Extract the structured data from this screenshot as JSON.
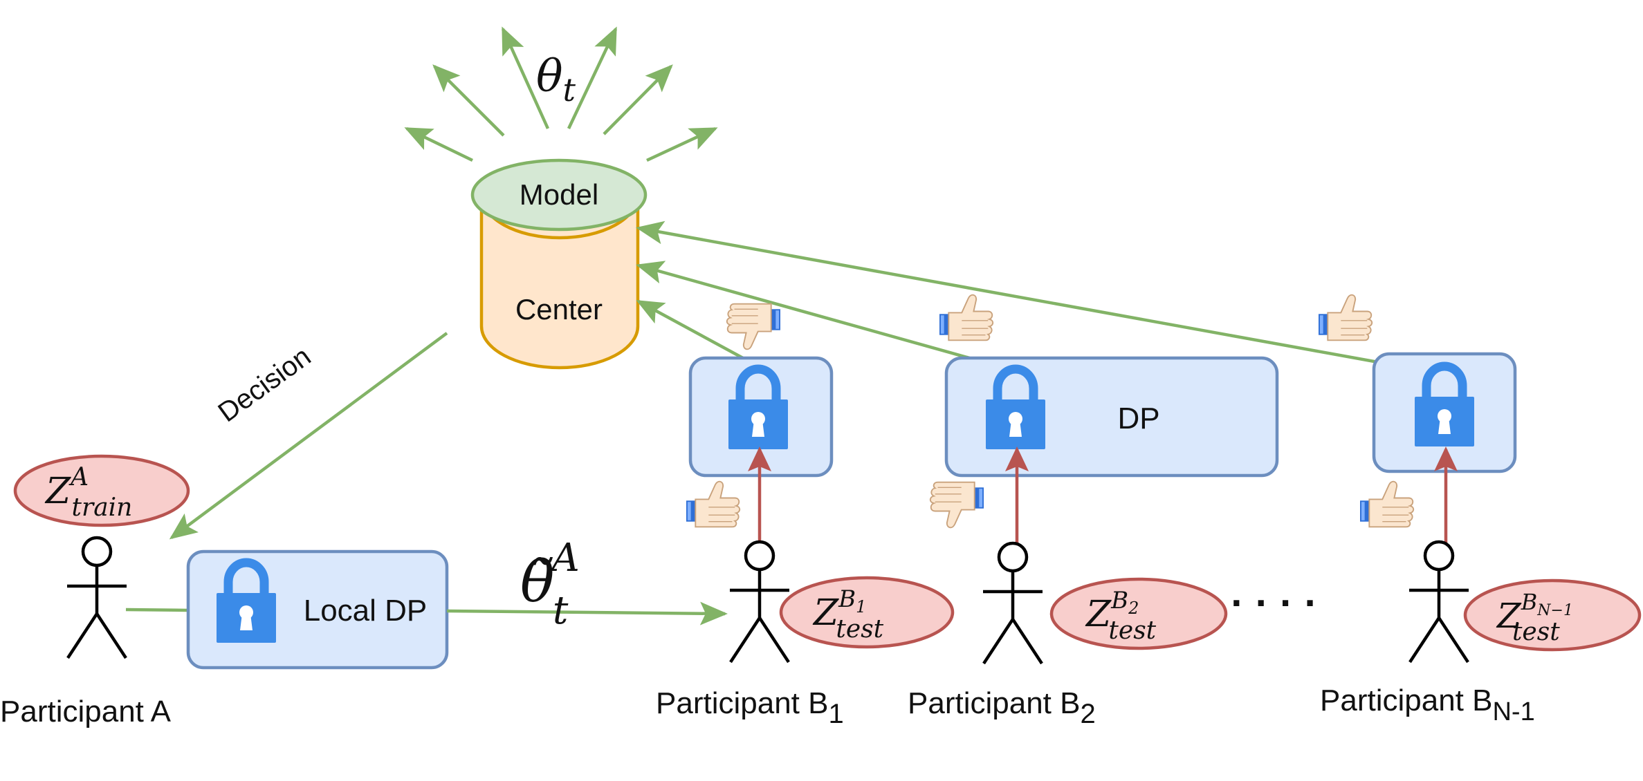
{
  "labels": {
    "theta_t": "θ",
    "theta_t_sub": "t",
    "model": "Model",
    "center": "Center",
    "decision": "Decision",
    "local_dp": "Local DP",
    "dp": "DP",
    "dots": "· · · ·",
    "theta_tilde": "θ̃",
    "theta_tilde_sup": "A",
    "theta_tilde_sub": "t"
  },
  "participants": {
    "a": {
      "name": "Participant A",
      "sub": ""
    },
    "b1": {
      "name": "Participant B",
      "sub": "1"
    },
    "b2": {
      "name": "Participant B",
      "sub": "2"
    },
    "bn": {
      "name": "Participant B",
      "sub": "N-1"
    }
  },
  "tokens": {
    "a": {
      "base": "Z",
      "sup": "A",
      "sub": "train"
    },
    "b1": {
      "base": "Z",
      "sup": "B",
      "sup_sub": "1",
      "sub": "test"
    },
    "b2": {
      "base": "Z",
      "sup": "B",
      "sup_sub": "2",
      "sub": "test"
    },
    "bn": {
      "base": "Z",
      "sup": "B",
      "sup_sub": "N−1",
      "sub": "test"
    }
  },
  "colors": {
    "green_arrow": "#82b366",
    "red_arrow": "#b85450",
    "model_fill": "#d5e8d4",
    "model_stroke": "#82b366",
    "center_fill": "#ffe6cc",
    "center_stroke": "#d79b00",
    "box_fill": "#dae8fc",
    "box_stroke": "#6c8ebf",
    "token_fill": "#f8cecc",
    "token_stroke": "#b85450",
    "lock": "#3b8be8"
  },
  "icons": {
    "lock": "lock-icon",
    "thumbs_up": "thumbs-up-icon",
    "thumbs_down": "thumbs-down-icon",
    "person": "person-icon"
  }
}
